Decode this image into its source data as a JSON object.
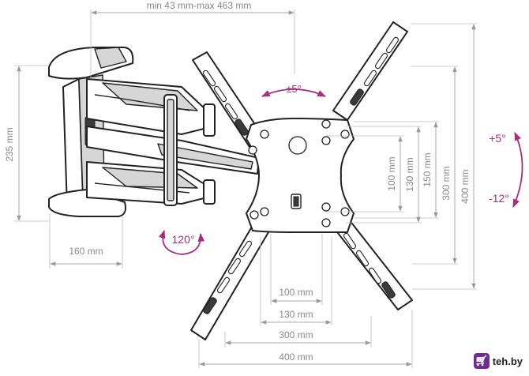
{
  "dimensions": {
    "arm_extension": "min 43 mm-max 463 mm",
    "height_235": "235 mm",
    "depth_160": "160 mm",
    "h_100": "100 mm",
    "h_130": "130 mm",
    "h_300": "300 mm",
    "h_400": "400 mm",
    "v_100": "100 mm",
    "v_130": "130 mm",
    "v_150": "150 mm",
    "v_300": "300 mm",
    "v_400": "400 mm"
  },
  "angles": {
    "rotate": "±5°",
    "swivel": "120°",
    "tilt_up": "+5°",
    "tilt_down": "-12°"
  },
  "colors": {
    "accent": "#a2307e",
    "dimension_line": "#a8a8a8",
    "outline": "#222222"
  },
  "watermark": {
    "text": "teh.by",
    "icon": "cart-icon"
  }
}
